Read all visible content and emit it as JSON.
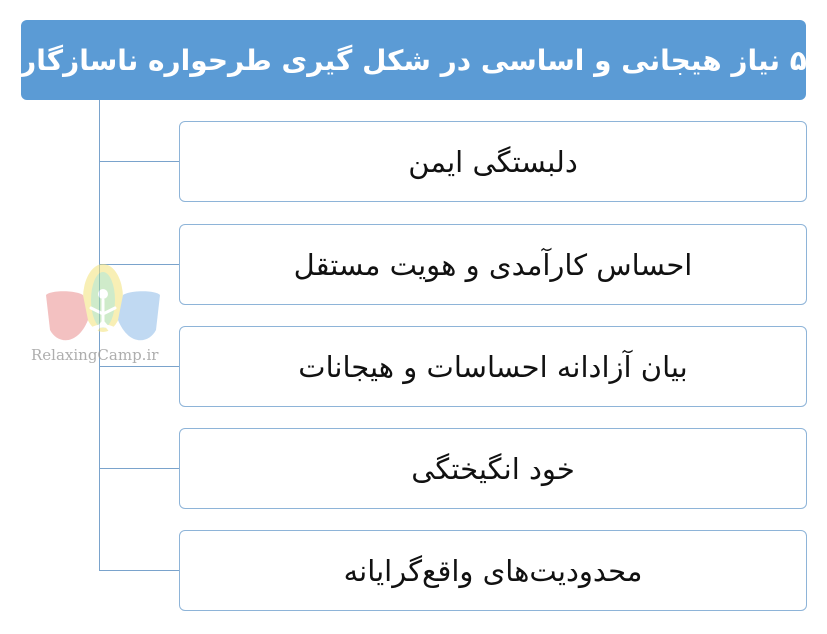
{
  "header": {
    "title": "۵ نیاز هیجانی و اساسی در شکل گیری طرحواره ناسازگار"
  },
  "items": [
    {
      "label": "دلبستگی ایمن"
    },
    {
      "label": "احساس کارآمدی و هویت مستقل"
    },
    {
      "label": "بیان آزادانه احساسات و هیجانات"
    },
    {
      "label": "خود انگیختگی"
    },
    {
      "label": "محدودیت‌های واقع‌گرایانه"
    }
  ],
  "watermark": {
    "text": "RelaxingCamp.ir",
    "icon": "meditation-logo-icon"
  },
  "colors": {
    "header_bg": "#5b9bd5",
    "connector": "#7aa3cc",
    "box_border": "#8eb4d8"
  }
}
